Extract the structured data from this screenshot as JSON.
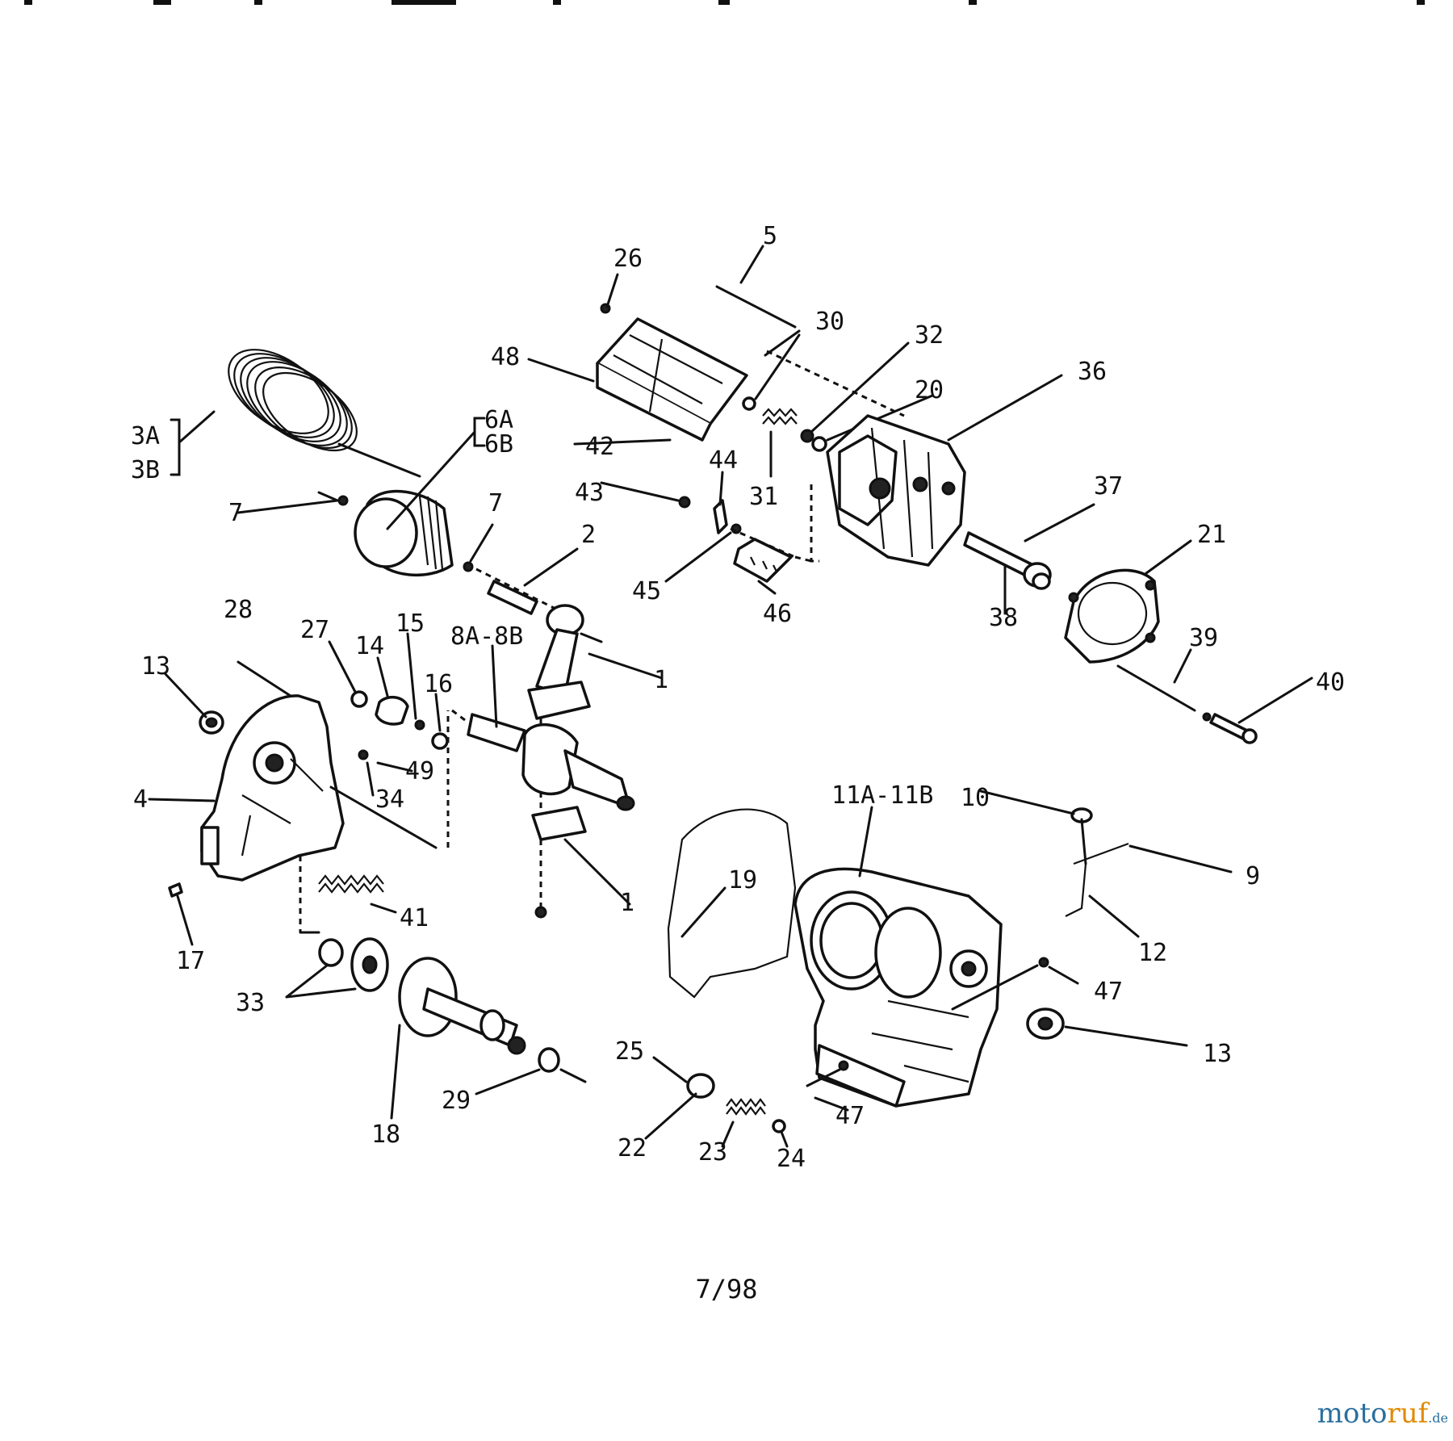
{
  "diagram": {
    "labels": [
      {
        "id": "1a",
        "text": "1"
      },
      {
        "id": "1b",
        "text": "1"
      },
      {
        "id": "2",
        "text": "2"
      },
      {
        "id": "3ab",
        "text": "3A\n3B"
      },
      {
        "id": "4",
        "text": "4"
      },
      {
        "id": "5",
        "text": "5"
      },
      {
        "id": "6ab",
        "text": "6A\n6B"
      },
      {
        "id": "7a",
        "text": "7"
      },
      {
        "id": "7b",
        "text": "7"
      },
      {
        "id": "8ab",
        "text": "8A-8B"
      },
      {
        "id": "9",
        "text": "9"
      },
      {
        "id": "10",
        "text": "10"
      },
      {
        "id": "11ab",
        "text": "11A-11B"
      },
      {
        "id": "12",
        "text": "12"
      },
      {
        "id": "13a",
        "text": "13"
      },
      {
        "id": "13b",
        "text": "13"
      },
      {
        "id": "14",
        "text": "14"
      },
      {
        "id": "15",
        "text": "15"
      },
      {
        "id": "16",
        "text": "16"
      },
      {
        "id": "17",
        "text": "17"
      },
      {
        "id": "18",
        "text": "18"
      },
      {
        "id": "19",
        "text": "19"
      },
      {
        "id": "20",
        "text": "20"
      },
      {
        "id": "21",
        "text": "21"
      },
      {
        "id": "22",
        "text": "22"
      },
      {
        "id": "23",
        "text": "23"
      },
      {
        "id": "24",
        "text": "24"
      },
      {
        "id": "25",
        "text": "25"
      },
      {
        "id": "26",
        "text": "26"
      },
      {
        "id": "27",
        "text": "27"
      },
      {
        "id": "28",
        "text": "28"
      },
      {
        "id": "29",
        "text": "29"
      },
      {
        "id": "30",
        "text": "30"
      },
      {
        "id": "31",
        "text": "31"
      },
      {
        "id": "32",
        "text": "32"
      },
      {
        "id": "33",
        "text": "33"
      },
      {
        "id": "34",
        "text": "34"
      },
      {
        "id": "36",
        "text": "36"
      },
      {
        "id": "37",
        "text": "37"
      },
      {
        "id": "38",
        "text": "38"
      },
      {
        "id": "39",
        "text": "39"
      },
      {
        "id": "40",
        "text": "40"
      },
      {
        "id": "41",
        "text": "41"
      },
      {
        "id": "42",
        "text": "42"
      },
      {
        "id": "43",
        "text": "43"
      },
      {
        "id": "44",
        "text": "44"
      },
      {
        "id": "45",
        "text": "45"
      },
      {
        "id": "46",
        "text": "46"
      },
      {
        "id": "47a",
        "text": "47"
      },
      {
        "id": "47b",
        "text": "47"
      },
      {
        "id": "48",
        "text": "48"
      },
      {
        "id": "49",
        "text": "49"
      }
    ]
  },
  "footer": {
    "page_number": "7/98"
  },
  "watermark": {
    "part1": "moto",
    "part2": "ruf",
    "suffix": ".de"
  }
}
